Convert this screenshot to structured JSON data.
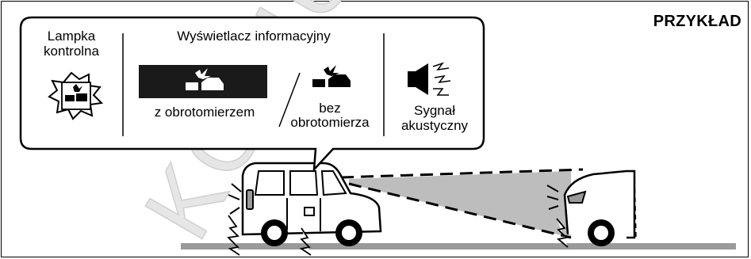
{
  "title": "PRZYKŁAD",
  "callout": {
    "warning_lamp_label": "Lampka\nkontrolna",
    "info_display_label": "Wyświetlacz informacyjny",
    "with_tachometer_label": "z obrotomierzem",
    "without_tachometer_label": "bez\nobrotomierza",
    "buzzer_label": "Sygnał\nakustyczny"
  },
  "icons": {
    "warning_lamp": "pre-collision-warning-lamp-icon",
    "display_with_tachometer": "pre-collision-display-icon",
    "display_without_tachometer": "pre-collision-display-icon",
    "buzzer": "speaker-icon"
  },
  "watermark": "KOPIUJ",
  "colors": {
    "display_background": "#1a1a1a",
    "detection_area": "#bdbdbd",
    "watermark": "#e6e6e6",
    "road": "#9a9a9a"
  }
}
